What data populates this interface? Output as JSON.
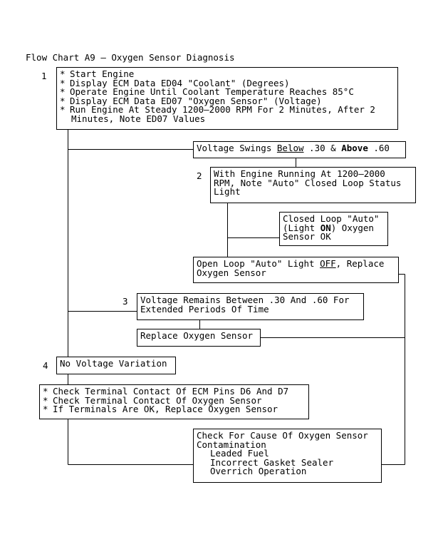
{
  "title": "Flow Chart A9 – Oxygen Sensor Diagnosis",
  "steps": {
    "s1": {
      "num": "1",
      "lines": [
        "Start Engine",
        "Display ECM Data ED04 \"Coolant\" (Degrees)",
        "Operate Engine Until Coolant Temperature Reaches 85°C",
        "Display ECM Data ED07 \"Oxygen Sensor\" (Voltage)",
        "Run Engine At Steady 1200–2000 RPM For 2 Minutes, After 2"
      ],
      "cont": "Minutes, Note ED07 Values"
    },
    "swing": {
      "pre": "Voltage Swings ",
      "below": "Below",
      "mid": " .30 & ",
      "above": "Above",
      "post": " .60"
    },
    "s2": {
      "num": "2",
      "lines": [
        "With Engine Running At 1200–2000",
        "RPM, Note \"Auto\" Closed Loop Status",
        "Light"
      ]
    },
    "closed": {
      "l1": "Closed Loop \"Auto\"",
      "l2a": "(Light ",
      "l2on": "ON",
      "l2b": ") Oxygen",
      "l3": "Sensor OK"
    },
    "open": {
      "l1a": "Open Loop \"Auto\" Light ",
      "l1off": "OFF",
      "l1b": ", Replace",
      "l2": "Oxygen Sensor"
    },
    "s3": {
      "num": "3",
      "lines": [
        "Voltage Remains Between .30 And .60 For",
        "Extended Periods Of Time"
      ]
    },
    "replace": "Replace Oxygen Sensor",
    "s4": {
      "num": "4",
      "label": "No Voltage Variation"
    },
    "check": {
      "lines": [
        "Check Terminal Contact Of ECM Pins D6 And D7",
        "Check Terminal Contact Of Oxygen Sensor",
        "If Terminals Are OK, Replace Oxygen Sensor"
      ]
    },
    "cause": {
      "l1": "Check For Cause Of Oxygen Sensor",
      "l2": "Contamination",
      "items": [
        "Leaded Fuel",
        "Incorrect Gasket Sealer",
        "Overrich Operation"
      ]
    },
    "bullet": "*"
  }
}
